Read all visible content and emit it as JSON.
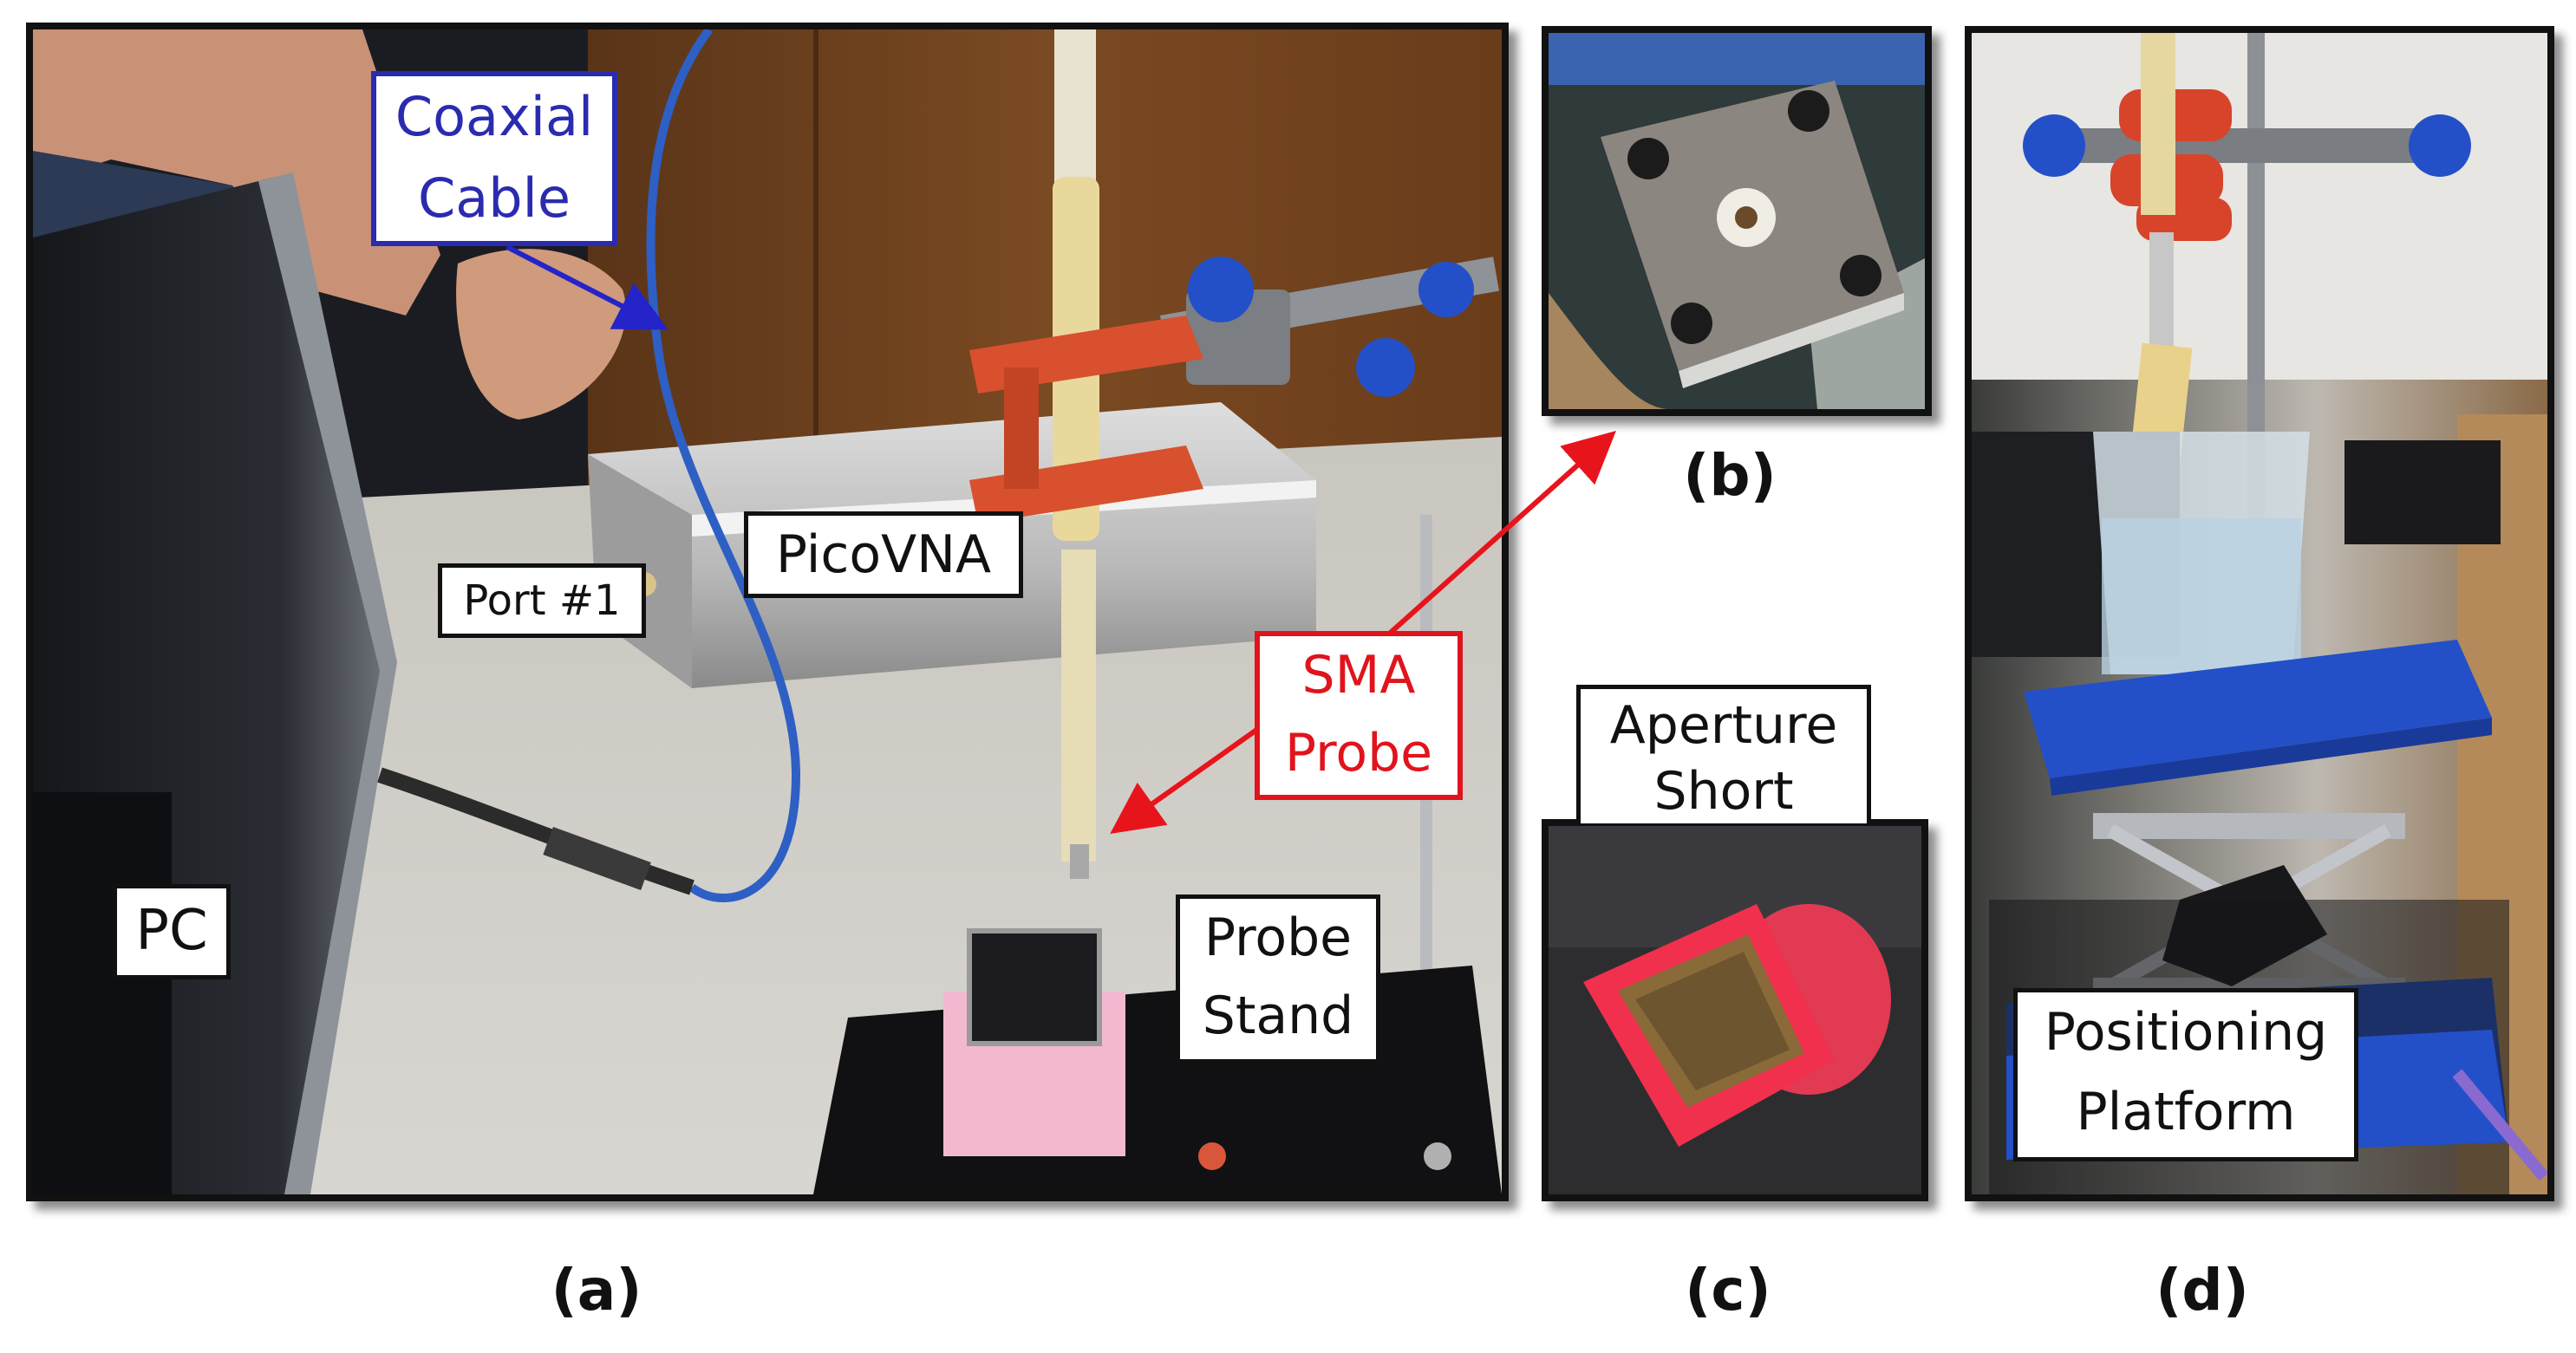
{
  "panel_a": {
    "label_coaxial_cable": [
      "Coaxial",
      "Cable"
    ],
    "label_picovna": "PicoVNA",
    "label_port1": "Port #1",
    "label_sma_probe": [
      "SMA",
      "Probe"
    ],
    "label_pc": "PC",
    "label_probe_stand": [
      "Probe",
      "Stand"
    ]
  },
  "panel_c": {
    "label_aperture_short": [
      "Aperture",
      "Short"
    ]
  },
  "panel_d": {
    "label_positioning_platform": [
      "Positioning",
      "Platform"
    ]
  },
  "captions": {
    "a": "(a)",
    "b": "(b)",
    "c": "(c)",
    "d": "(d)"
  },
  "colors": {
    "coaxial_label": "#2b2bb0",
    "sma_label": "#e0141c",
    "arrow_blue": "#2424c8",
    "arrow_red": "#e8141c"
  }
}
